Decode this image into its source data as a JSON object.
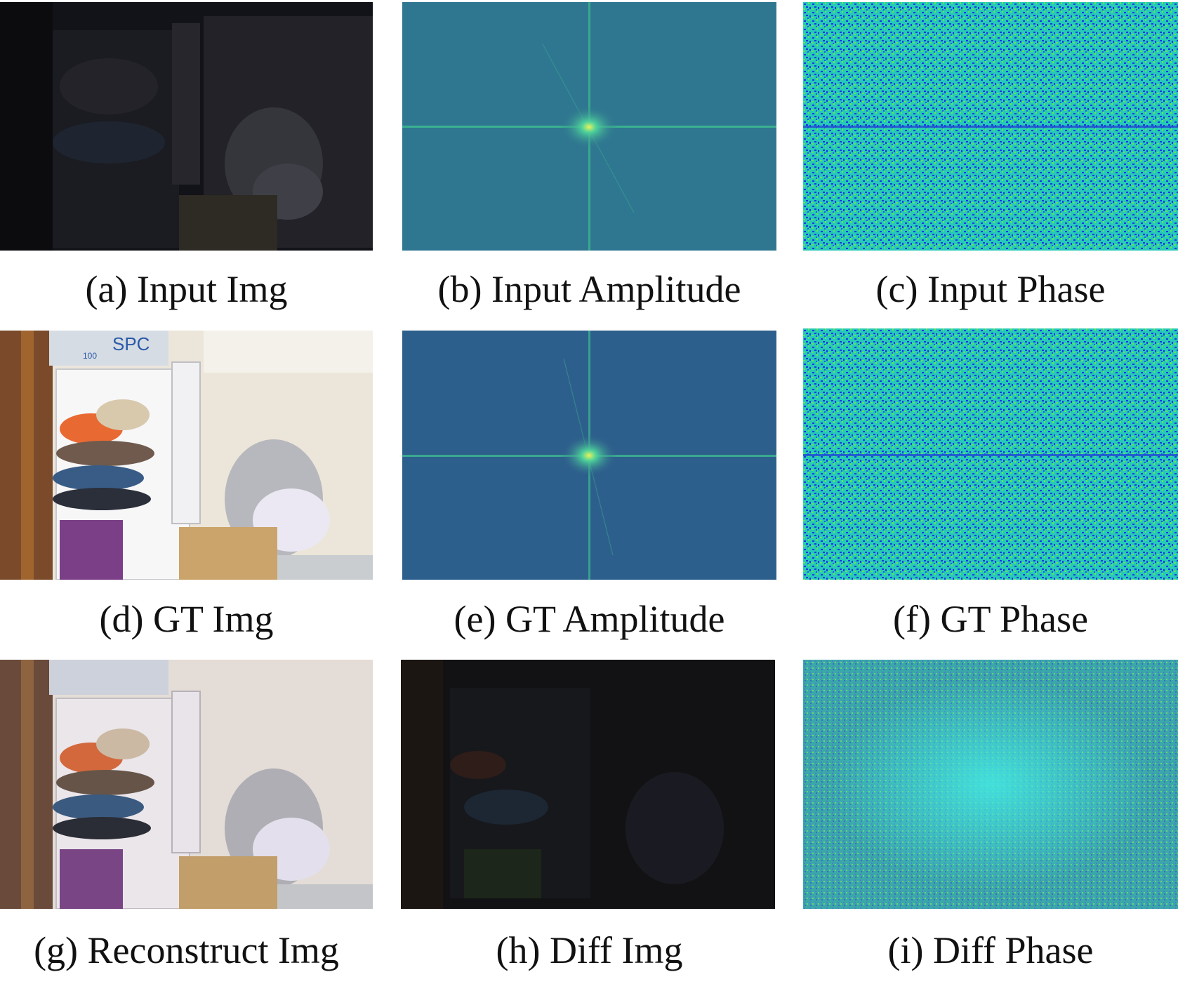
{
  "figure": {
    "panels": [
      {
        "id": "a",
        "caption": "(a) Input Img",
        "kind": "photo-dark"
      },
      {
        "id": "b",
        "caption": "(b) Input Amplitude",
        "kind": "amplitude"
      },
      {
        "id": "c",
        "caption": "(c) Input Phase",
        "kind": "phase"
      },
      {
        "id": "d",
        "caption": "(d) GT Img",
        "kind": "photo-bright"
      },
      {
        "id": "e",
        "caption": "(e) GT Amplitude",
        "kind": "amplitude"
      },
      {
        "id": "f",
        "caption": "(f) GT Phase",
        "kind": "phase"
      },
      {
        "id": "g",
        "caption": "(g) Reconstruct Img",
        "kind": "photo-recon"
      },
      {
        "id": "h",
        "caption": "(h) Diff Img",
        "kind": "diff"
      },
      {
        "id": "i",
        "caption": "(i) Diff Phase",
        "kind": "diff-phase"
      }
    ]
  },
  "photo_text": {
    "box_logo": "SPC",
    "box_number": "100"
  },
  "colors": {
    "amplitude_bg": "#2f7790",
    "amplitude_bg_gt": "#2d5f8c",
    "amplitude_line": "#3fc98f",
    "amplitude_peak": "#e8f25a",
    "phase_base": "#27c9b8",
    "phase_blue": "#1a3be0",
    "phase_green": "#5fe65c",
    "diff_phase_base": "#3aa8a8",
    "diff_phase_glow": "#45e6e0"
  }
}
